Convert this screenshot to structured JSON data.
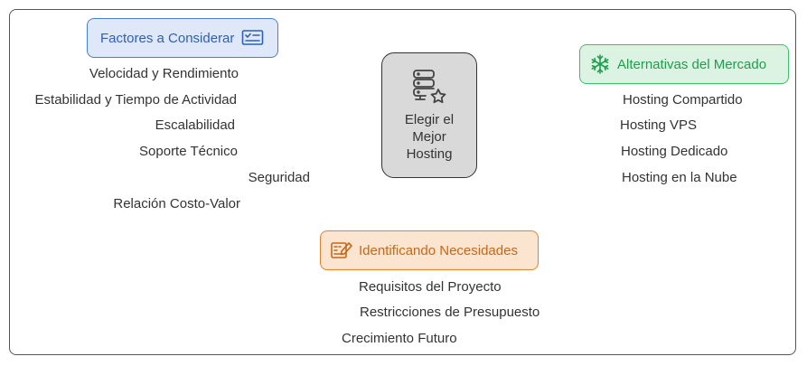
{
  "center": {
    "lines": [
      "Elegir el",
      "Mejor",
      "Hosting"
    ]
  },
  "factors": {
    "title": "Factores a Considerar",
    "items": [
      "Velocidad y Rendimiento",
      "Estabilidad y Tiempo de Actividad",
      "Escalabilidad",
      "Soporte Técnico",
      "Seguridad",
      "Relación Costo-Valor"
    ]
  },
  "alternatives": {
    "title": "Alternativas del Mercado",
    "items": [
      "Hosting Compartido",
      "Hosting VPS",
      "Hosting Dedicado",
      "Hosting en la Nube"
    ]
  },
  "needs": {
    "title": "Identificando Necesidades",
    "items": [
      "Requisitos del Proyecto",
      "Restricciones de Presupuesto",
      "Crecimiento Futuro"
    ]
  },
  "colors": {
    "factors_accent": "#4a7fd6",
    "alternatives_accent": "#3cbf6a",
    "needs_accent": "#e0822f",
    "center_fill": "#d9d9d9"
  },
  "icons": {
    "center": "server-star-icon",
    "factors": "checklist-icon",
    "alternatives": "snowflake-icon",
    "needs": "form-edit-icon"
  }
}
